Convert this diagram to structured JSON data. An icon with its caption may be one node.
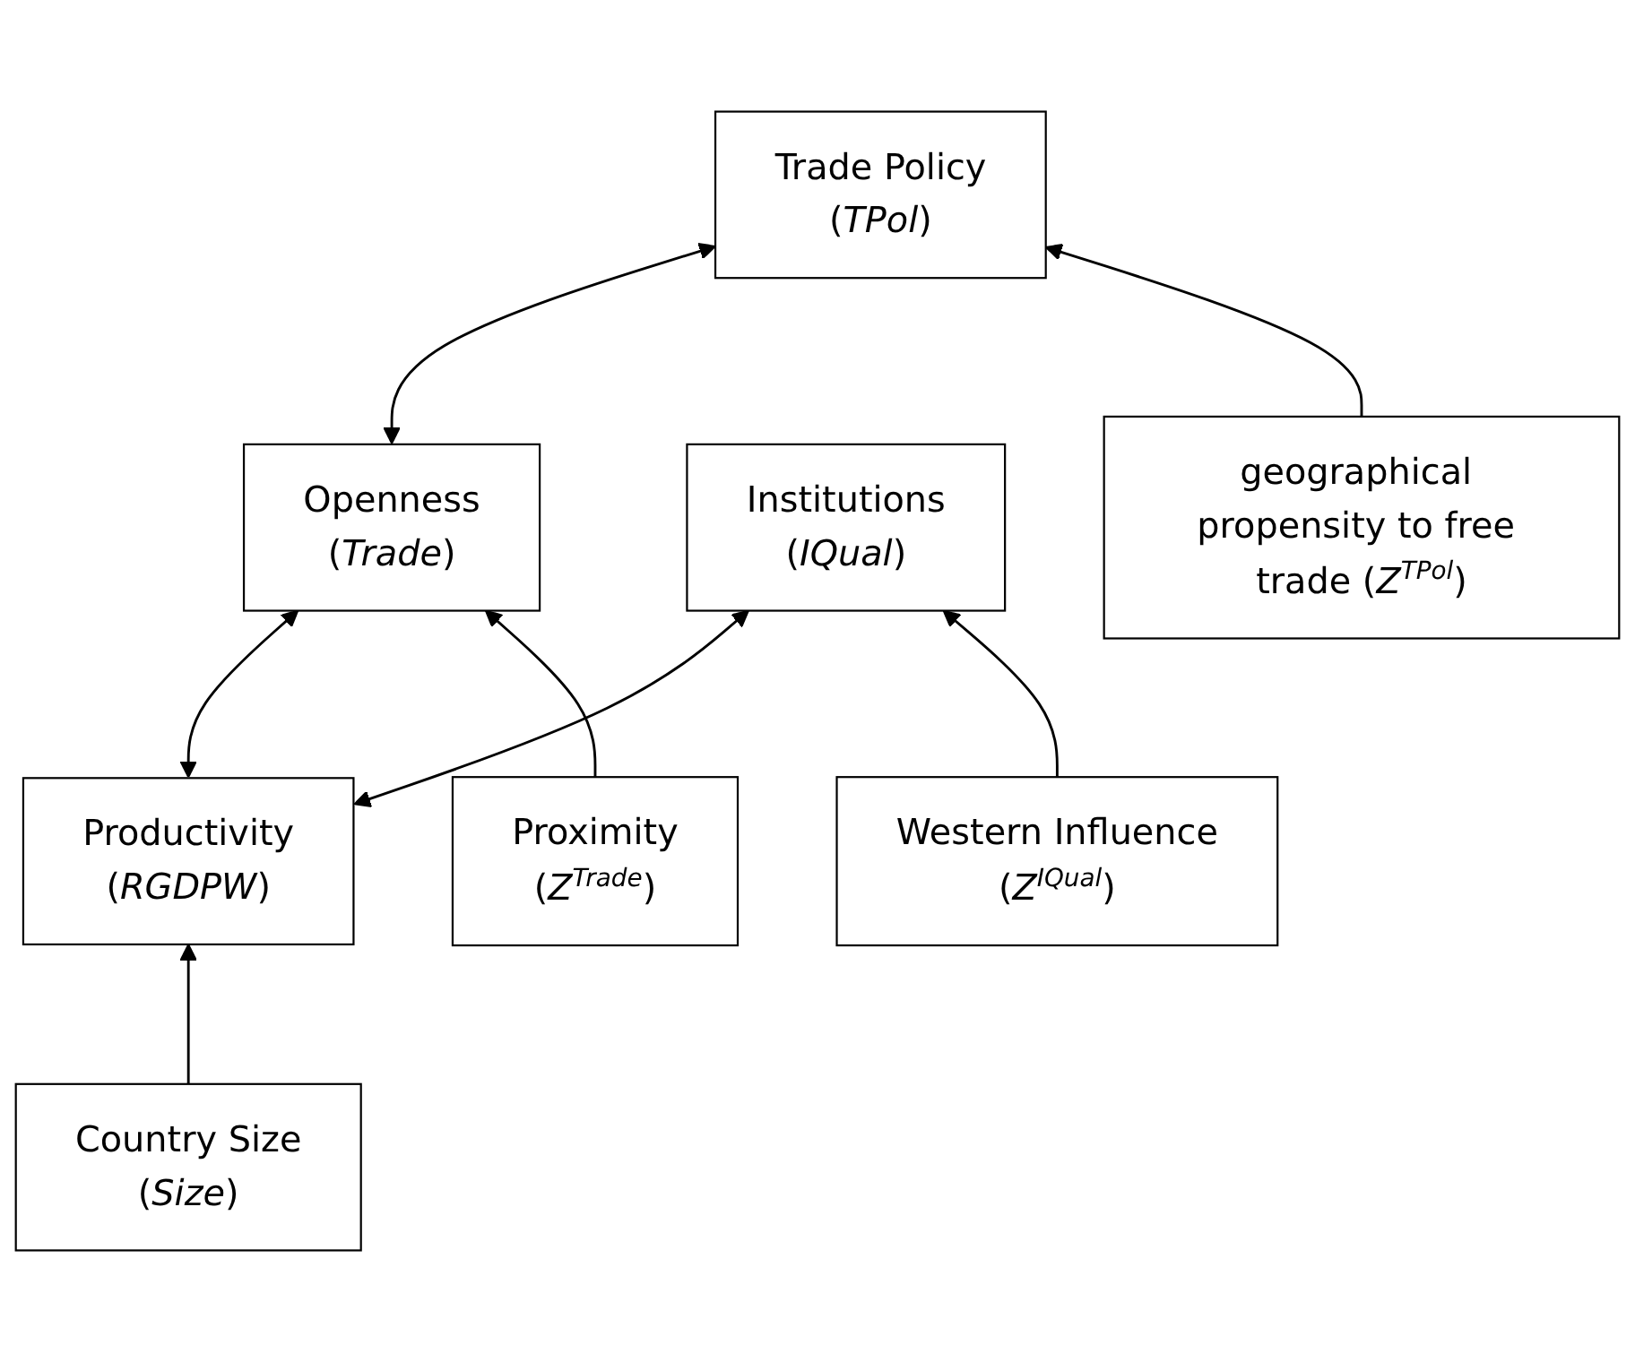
{
  "diagram": {
    "nodes": [
      {
        "text": [
          "Productivity",
          "(*RGDPW*)"
        ]
      },
      {
        "text": [
          "Openness",
          "(*Trade*)"
        ]
      },
      {
        "text": [
          "Institutions",
          "(*IQual*)"
        ]
      },
      {
        "text": [
          "Country Size",
          "(*Size*)"
        ]
      },
      {
        "text": [
          "Proximity",
          "(*Z*$^{Trade}$)"
        ]
      },
      {
        "text": [
          "Trade Policy",
          "(*TPol*)"
        ]
      },
      {
        "text": [
          "Western Influence",
          "(*Z*$^{IQual}$)"
        ]
      },
      {
        "text": [
          "geographical propensity to free trade (*Z*$^{TPol}$)"
        ]
      }
    ],
    "edges": [
      {
        "from": 0,
        "to": 1,
        "arrow": "both"
      },
      {
        "from": 0,
        "to": 2,
        "arrow": "both"
      },
      {
        "from": 3,
        "to": 0,
        "arrow": "to"
      },
      {
        "from": 4,
        "to": 1,
        "arrow": "to"
      },
      {
        "from": 1,
        "to": 5,
        "arrow": "both"
      },
      {
        "from": 6,
        "to": 2,
        "arrow": "to"
      },
      {
        "from": 7,
        "to": 5,
        "arrow": "to"
      }
    ]
  }
}
